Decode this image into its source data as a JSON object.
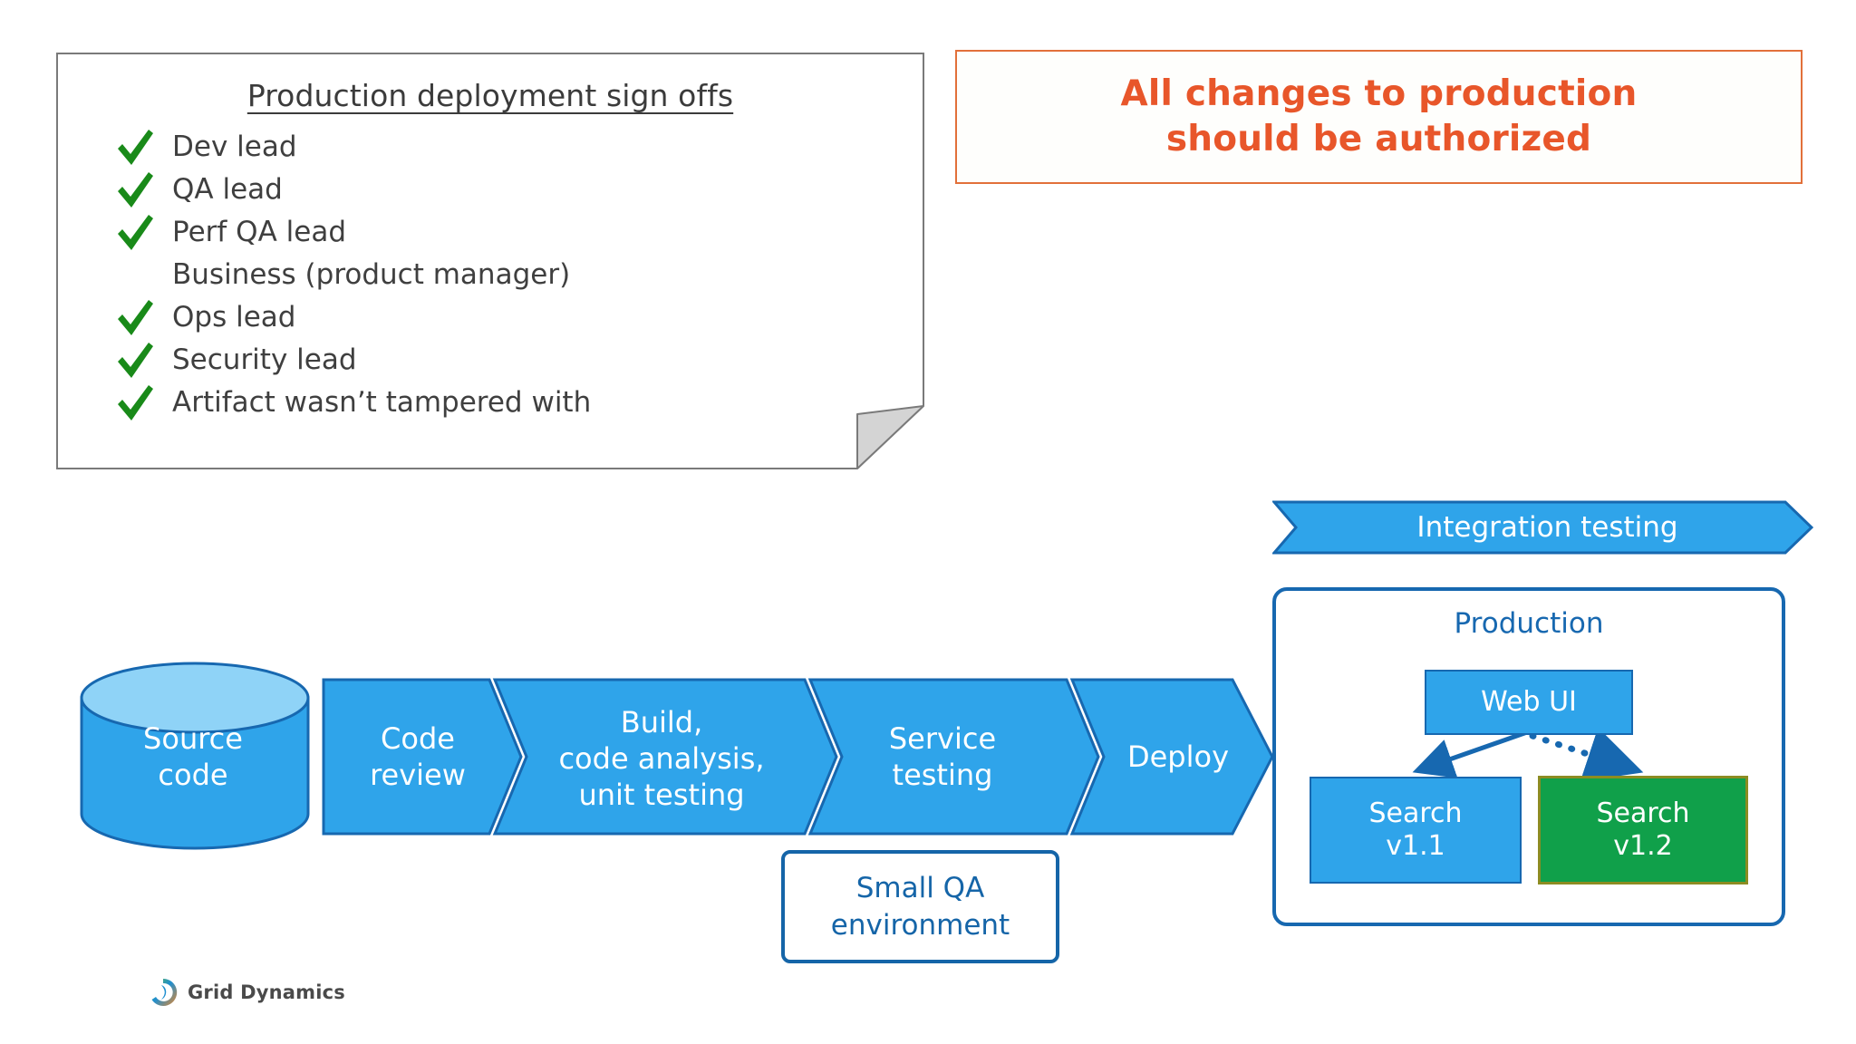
{
  "signoff_note": {
    "title": "Production deployment sign offs",
    "items": [
      {
        "label": "Dev lead",
        "checked": true
      },
      {
        "label": "QA lead",
        "checked": true
      },
      {
        "label": "Perf QA lead",
        "checked": true
      },
      {
        "label": "Business (product manager)",
        "checked": false
      },
      {
        "label": "Ops lead",
        "checked": true
      },
      {
        "label": "Security lead",
        "checked": true
      },
      {
        "label": "Artifact wasn’t tampered with",
        "checked": true
      }
    ],
    "check_color": "#198A19",
    "text_color": "#3f3f3f",
    "border_color": "#7a7a7a"
  },
  "callout": {
    "line1": "All changes to production",
    "line2": "should be authorized",
    "text_color": "#E8562A",
    "border_color": "#E2703A"
  },
  "pipeline": {
    "fill_color": "#2FA4EA",
    "stroke_color": "#1768B0",
    "cylinder_top_color": "#8FD3F7",
    "stages": [
      {
        "name": "source-code",
        "line1": "Source",
        "line2": "code",
        "shape": "cylinder"
      },
      {
        "name": "code-review",
        "line1": "Code",
        "line2": "review",
        "shape": "chevron-start"
      },
      {
        "name": "build",
        "line1": "Build,",
        "line2": "code analysis,",
        "line3": "unit testing",
        "shape": "chevron"
      },
      {
        "name": "service-testing",
        "line1": "Service",
        "line2": "testing",
        "shape": "chevron"
      },
      {
        "name": "deploy",
        "line1": "Deploy",
        "shape": "chevron"
      }
    ]
  },
  "small_qa": {
    "line1": "Small QA",
    "line2": "environment",
    "color": "#1565A8"
  },
  "integration_banner": {
    "label": "Integration testing",
    "fill_color": "#2FA4EA",
    "stroke_color": "#1768B0"
  },
  "production": {
    "title": "Production",
    "border_color": "#1768B0",
    "nodes": [
      {
        "name": "web-ui",
        "line1": "Web UI",
        "line2": "",
        "fill": "#2FA4EA",
        "border": "#1768B0"
      },
      {
        "name": "search-v11",
        "line1": "Search",
        "line2": "v1.1",
        "fill": "#2FA4EA",
        "border": "#1768B0"
      },
      {
        "name": "search-v12",
        "line1": "Search",
        "line2": "v1.2",
        "fill": "#10A04A",
        "border": "#8C8C22"
      }
    ],
    "arrows": [
      {
        "name": "web-ui-to-search-v11",
        "style": "solid"
      },
      {
        "name": "web-ui-to-search-v12",
        "style": "dotted"
      }
    ]
  },
  "brand": {
    "name": "Grid Dynamics"
  }
}
